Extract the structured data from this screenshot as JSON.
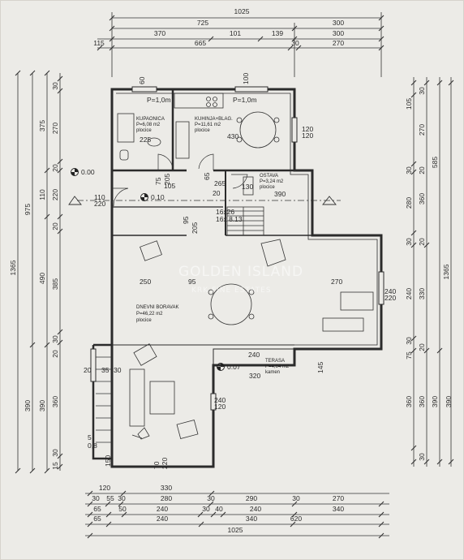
{
  "watermark": {
    "line1": "GOLDEN ISLAND",
    "line2": "KRK FINE ESTATES"
  },
  "dims_top": {
    "r1": [
      "1025"
    ],
    "r2": [
      "725",
      "300"
    ],
    "r3": [
      "370",
      "101",
      "139",
      "300"
    ],
    "r4": [
      "115",
      "665",
      "30",
      "270"
    ]
  },
  "dims_bottom": {
    "r1": [
      "120",
      "330"
    ],
    "r2": [
      "30",
      "55",
      "30",
      "280",
      "30",
      "290",
      "30",
      "270"
    ],
    "r3": [
      "65",
      "50",
      "240",
      "30",
      "40",
      "240",
      "340"
    ],
    "r4": [
      "65",
      "240",
      "340",
      "620"
    ],
    "r5": [
      "1025"
    ]
  },
  "dims_left": {
    "outer": [
      "1365"
    ],
    "c2": [
      "975",
      "390"
    ],
    "c3": [
      "375",
      "110",
      "490",
      "390"
    ],
    "c4": [
      "30",
      "270",
      "20",
      "220",
      "20",
      "385",
      "30",
      "20",
      "360",
      "30",
      "15"
    ]
  },
  "dims_right": {
    "outer": [
      "1365"
    ],
    "c2": [
      "585",
      "390"
    ],
    "c3": [
      "30",
      "270",
      "20",
      "360",
      "20",
      "330",
      "20",
      "360",
      "30"
    ],
    "c4": [
      "105",
      "30",
      "280",
      "30",
      "240",
      "30",
      "75",
      "360",
      "390"
    ]
  },
  "rooms": {
    "kupaonica": {
      "name": "KUPAONICA",
      "area": "P=6,08 m2",
      "floor": "plocice",
      "dim": "225"
    },
    "kuhinja": {
      "name": "KUHINJA+BLAG.",
      "area": "P=11,61 m2",
      "floor": "plocice",
      "dim": "430"
    },
    "ostava": {
      "name": "OSTAVA",
      "area": "P=3,24 m2",
      "floor": "plocice"
    },
    "boravak": {
      "name": "DNEVNI BORAVAK",
      "area": "P=46,22 m2",
      "floor": "plocice"
    },
    "terasa": {
      "name": "TERASA",
      "area": "P=4,64 m2",
      "floor": "kamen"
    }
  },
  "levels": [
    "0.00",
    "0.10",
    "0.07"
  ],
  "notes": {
    "p1": "P=1,0m",
    "p2": "P=1,0m",
    "stairs": "16x26",
    "stairs2": "16x 8.13",
    "w60": "60",
    "w100": "100",
    "w120a": "120",
    "w120b": "120",
    "w110": "110",
    "w220": "220",
    "w240a": "240",
    "w220a": "220",
    "d75": "75",
    "d105": "105",
    "d205": "205",
    "d65": "65",
    "d265": "265",
    "d20": "20",
    "d130": "130",
    "d390": "390",
    "d95": "95",
    "d205b": "205",
    "w250": "250",
    "w95": "95",
    "w270": "270",
    "t240": "240",
    "t320": "320",
    "t145": "145",
    "t240b": "240",
    "t120": "120",
    "s20": "20",
    "s35": "35",
    "s30": "30",
    "s5": "5",
    "sr": "0,8",
    "b70": "70",
    "b220": "220",
    "b150": "150"
  }
}
